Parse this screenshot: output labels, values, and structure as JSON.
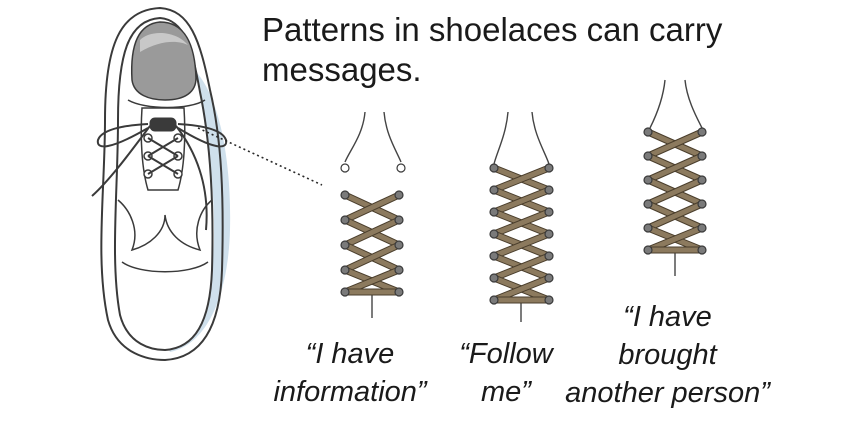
{
  "headline": "Patterns in shoelaces can carry messages.",
  "patterns": [
    {
      "id": "information",
      "caption_lines": [
        "“I have",
        "information”"
      ]
    },
    {
      "id": "follow-me",
      "caption_lines": [
        "“Follow",
        "me”"
      ]
    },
    {
      "id": "brought-another-person",
      "caption_lines": [
        "“I have",
        "brought",
        "another person”"
      ]
    }
  ],
  "colors": {
    "lace": "#8c7a5e",
    "lace_dark": "#4a3e2c",
    "eyelet": "#7a7a7a",
    "outline": "#3a3a3a",
    "shoe_shade": "#cfe0ec",
    "toe_shade": "#9a9a9a"
  }
}
